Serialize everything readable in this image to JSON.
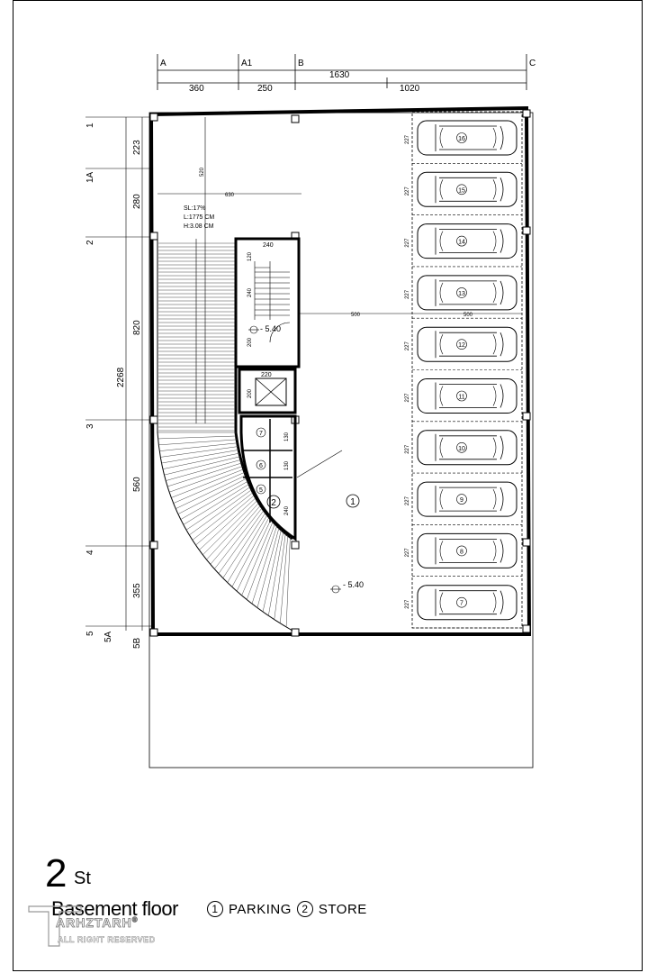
{
  "axes": {
    "columns": [
      "A",
      "A1",
      "B",
      "C"
    ],
    "rows": [
      "1",
      "1A",
      "2",
      "3",
      "4",
      "5",
      "5A",
      "5B"
    ]
  },
  "dimensions": {
    "top": [
      "360",
      "250",
      "1630",
      "1020"
    ],
    "left": [
      "223",
      "280",
      "820",
      "2268",
      "560",
      "355"
    ],
    "interior": [
      "520",
      "630",
      "240",
      "120",
      "240",
      "200",
      "220",
      "200",
      "130",
      "130",
      "240",
      "500",
      "500"
    ]
  },
  "ramp_note": [
    "SL:17%",
    "L:1775 CM",
    "H:3.08 CM"
  ],
  "levels": [
    "- 5.40",
    "- 5.40"
  ],
  "parking_spaces": [
    "16",
    "15",
    "14",
    "13",
    "12",
    "11",
    "10",
    "9",
    "8",
    "7"
  ],
  "bay_width": "227",
  "rooms": [
    "7",
    "6",
    "5"
  ],
  "room_tags": [
    "1",
    "2"
  ],
  "title": {
    "number": "2",
    "suffix": "St",
    "floor": "Basement floor"
  },
  "legend": [
    {
      "num": "1",
      "label": "PARKING"
    },
    {
      "num": "2",
      "label": "STORE"
    }
  ],
  "brand": {
    "name": "ARHZTARH",
    "registered": "®",
    "rights": "ALL RIGHT RESERVED"
  },
  "colors": {
    "ink": "#000000",
    "hatch": "#444444",
    "watermark": "#888888"
  }
}
